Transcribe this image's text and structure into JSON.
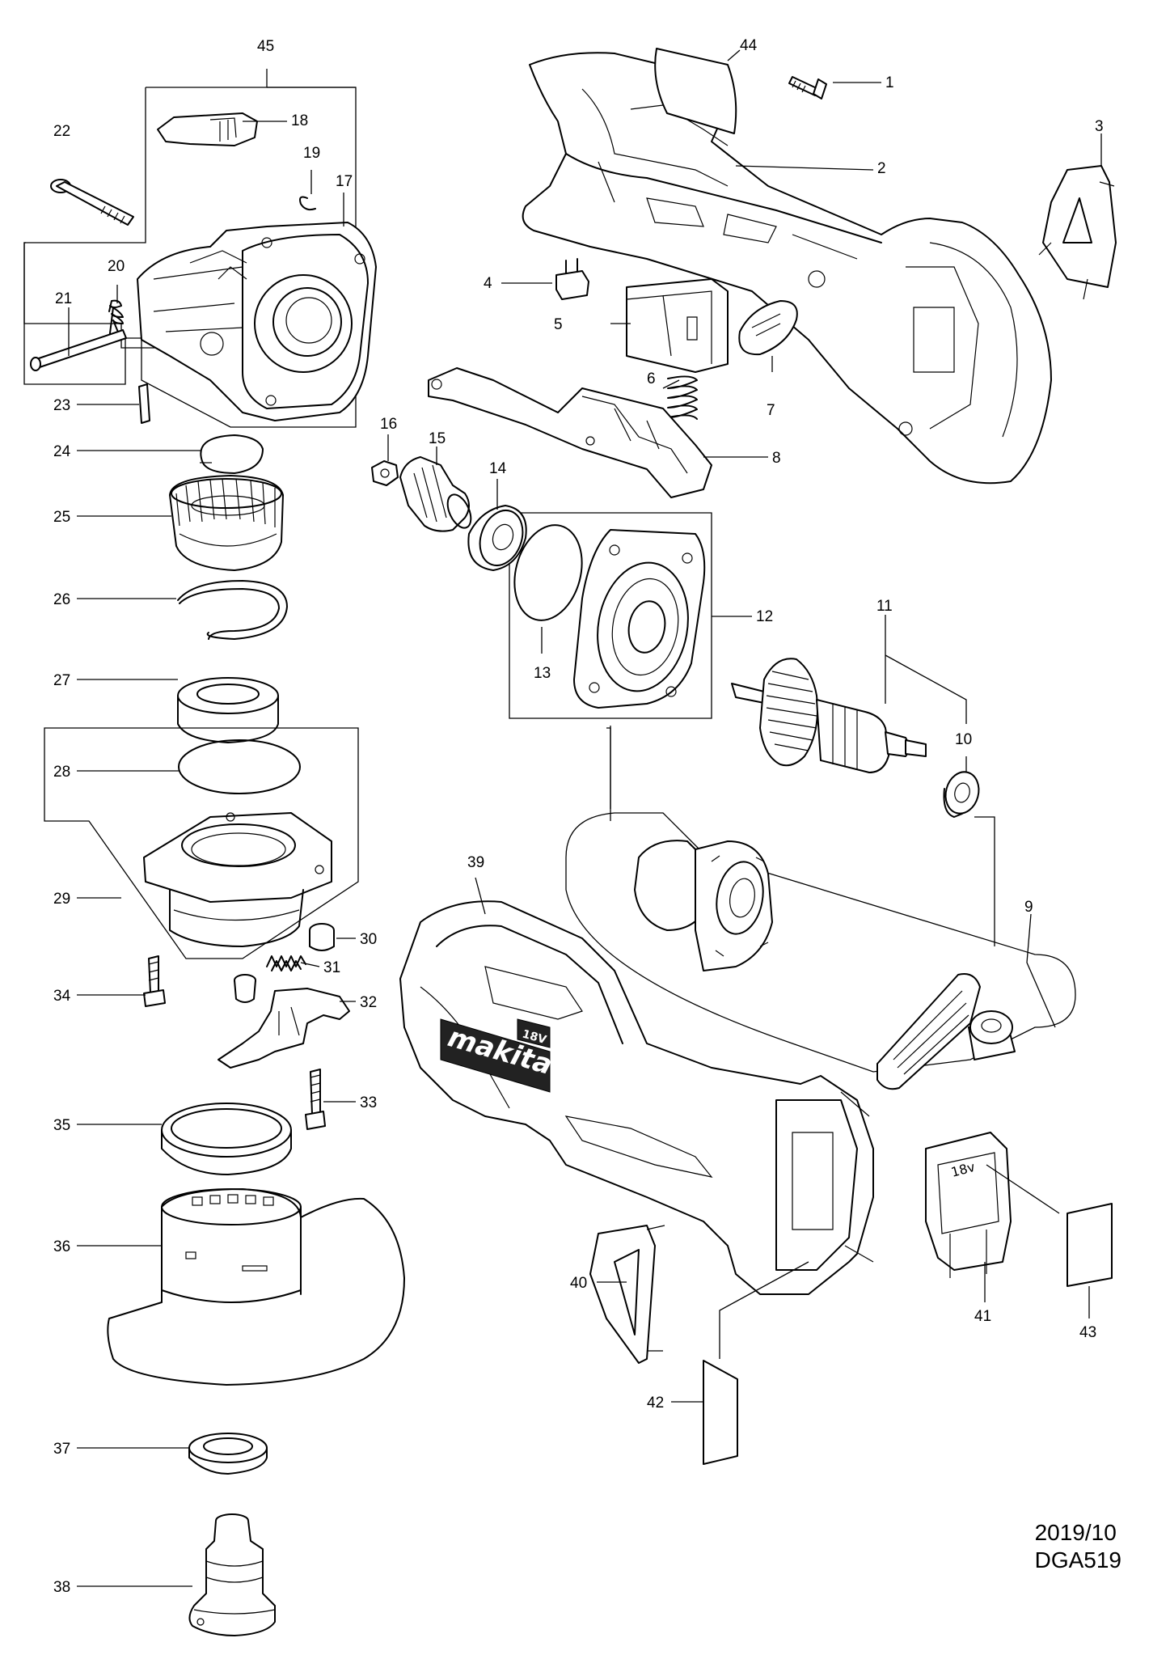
{
  "footer": {
    "date": "2019/10",
    "model": "DGA519"
  },
  "brand": {
    "logo_text": "makita",
    "badge_text": "18V"
  },
  "callouts": {
    "c1": "1",
    "c2": "2",
    "c3": "3",
    "c4": "4",
    "c5": "5",
    "c6": "6",
    "c7": "7",
    "c8": "8",
    "c9": "9",
    "c10": "10",
    "c11": "11",
    "c12": "12",
    "c13": "13",
    "c14": "14",
    "c15": "15",
    "c16": "16",
    "c17": "17",
    "c18": "18",
    "c19": "19",
    "c20": "20",
    "c21": "21",
    "c22": "22",
    "c23": "23",
    "c24": "24",
    "c25": "25",
    "c26": "26",
    "c27": "27",
    "c28": "28",
    "c29": "29",
    "c30": "30",
    "c31": "31",
    "c32": "32",
    "c33": "33",
    "c34": "34",
    "c35": "35",
    "c36": "36",
    "c37": "37",
    "c38": "38",
    "c39": "39",
    "c40": "40",
    "c41": "41",
    "c42": "42",
    "c43": "43",
    "c44": "44",
    "c45": "45"
  }
}
